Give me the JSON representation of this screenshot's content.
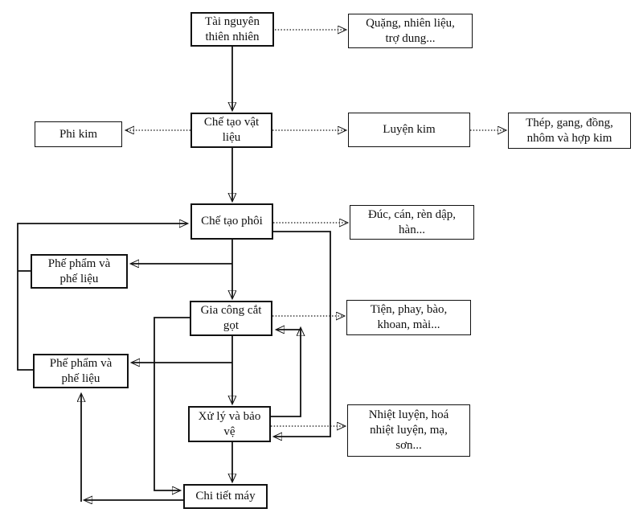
{
  "diagram": {
    "title": "manufacturing-process-flowchart",
    "nodes": [
      {
        "id": "tai-nguyen",
        "label": "Tài nguyên\nthiên nhiên"
      },
      {
        "id": "quang",
        "label": "Quặng, nhiên liệu,\ntrợ dung..."
      },
      {
        "id": "phi-kim",
        "label": "Phi kim"
      },
      {
        "id": "che-tao-vat-lieu",
        "label": "Chế tạo vật\nliệu"
      },
      {
        "id": "luyen-kim",
        "label": "Luyện kim"
      },
      {
        "id": "thep-gang",
        "label": "Thép, gang, đồng,\nnhôm và hợp kim"
      },
      {
        "id": "che-tao-phoi",
        "label": "Chế tạo phôi"
      },
      {
        "id": "duc-can",
        "label": "Đúc, cán, rèn dập,\nhàn..."
      },
      {
        "id": "phe-pham-1",
        "label": "Phế phẩm và\nphế liệu"
      },
      {
        "id": "gia-cong-cat-got",
        "label": "Gia công cắt\ngọt"
      },
      {
        "id": "tien-phay",
        "label": "Tiện, phay, bào,\nkhoan, mài..."
      },
      {
        "id": "phe-pham-2",
        "label": "Phế phẩm và\nphế liệu"
      },
      {
        "id": "xu-ly-bao-ve",
        "label": "Xử lý và bảo\nvệ"
      },
      {
        "id": "nhiet-luyen",
        "label": "Nhiệt luyện, hoá\nnhiệt luyện, mạ,\nsơn..."
      },
      {
        "id": "chi-tiet-may",
        "label": "Chi tiết máy"
      }
    ],
    "colors": {
      "line": "#111111",
      "box_border": "#111111",
      "text": "#111111",
      "background": "#ffffff"
    }
  }
}
